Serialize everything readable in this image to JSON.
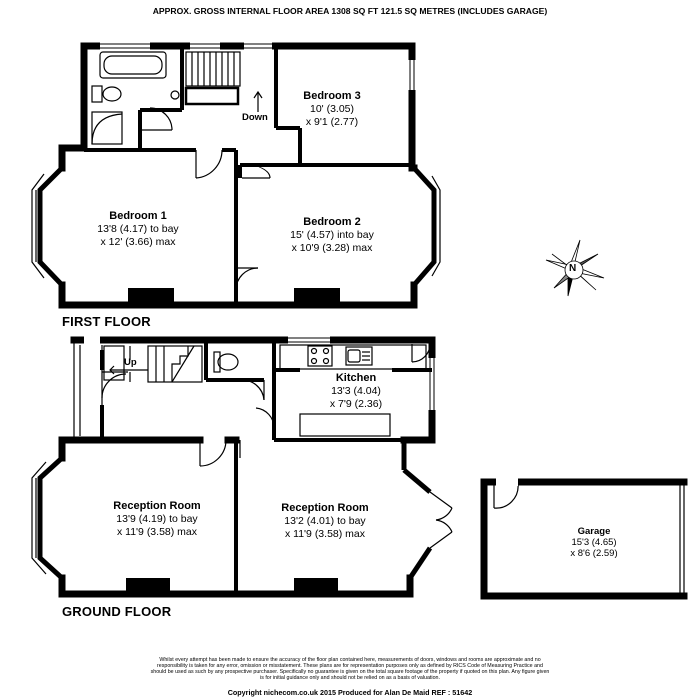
{
  "header": "APPROX. GROSS INTERNAL FLOOR AREA 1308 SQ FT 121.5 SQ METRES (INCLUDES GARAGE)",
  "floors": {
    "first": "FIRST FLOOR",
    "ground": "GROUND FLOOR"
  },
  "rooms": {
    "bedroom1": {
      "name": "Bedroom 1",
      "dim1": "13'8 (4.17) to bay",
      "dim2": "x 12' (3.66) max"
    },
    "bedroom2": {
      "name": "Bedroom 2",
      "dim1": "15' (4.57) into bay",
      "dim2": "x 10'9 (3.28) max"
    },
    "bedroom3": {
      "name": "Bedroom 3",
      "dim1": "10' (3.05)",
      "dim2": "x 9'1 (2.77)"
    },
    "kitchen": {
      "name": "Kitchen",
      "dim1": "13'3 (4.04)",
      "dim2": "x 7'9 (2.36)"
    },
    "reception1": {
      "name": "Reception Room",
      "dim1": "13'9 (4.19) to bay",
      "dim2": "x 11'9 (3.58) max"
    },
    "reception2": {
      "name": "Reception Room",
      "dim1": "13'2 (4.01) to bay",
      "dim2": "x 11'9 (3.58) max"
    },
    "garage": {
      "name": "Garage",
      "dim1": "15'3 (4.65)",
      "dim2": "x 8'6 (2.59)"
    }
  },
  "stairs": {
    "down": "Down",
    "up": "Up"
  },
  "compass": {
    "north": "N"
  },
  "disclaimer": "Whilst every attempt has been made to ensure the accuracy of the floor plan contained here, measurements of doors, windows and rooms are approximate and no responsibility is taken for any error, omission or misstatement. These plans are for representation purposes only as defined by RICS Code of Measuring Practice and should be used as such by any prospective purchaser. Specifically no guarantee is given on the total square footage of the property if quoted on this plan. Any figure given is for initial guidance only and should not be relied on as a basis of valuation.",
  "footer": "Copyright nichecom.co.uk 2015    Produced for Alan De Maid  REF :  51642"
}
